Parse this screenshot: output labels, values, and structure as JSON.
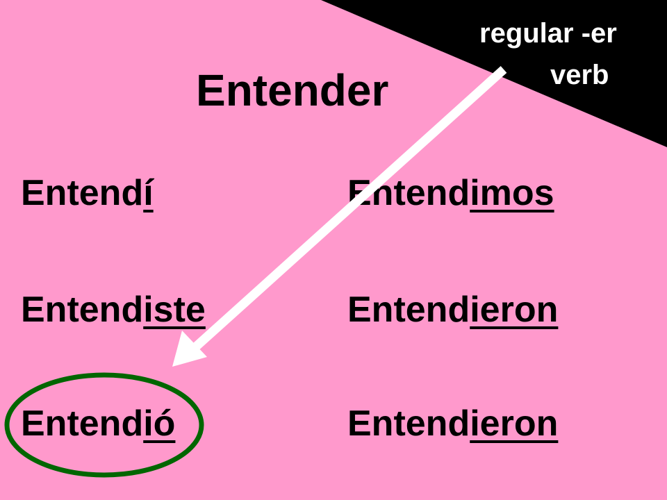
{
  "colors": {
    "background": "#ff99cc",
    "corner": "#000000",
    "arrow": "#ffffff",
    "highlight_oval": "#006600",
    "text": "#000000",
    "corner_text": "#ffffff"
  },
  "corner_label": {
    "line1": "regular -er",
    "line2": "verb"
  },
  "title": "Entender",
  "conjugations": [
    {
      "stem": "Entend",
      "ending": "í"
    },
    {
      "stem": "Entend",
      "ending": "iste"
    },
    {
      "stem": "Entend",
      "ending": "ió"
    },
    {
      "stem": "Entend",
      "ending": "imos"
    },
    {
      "stem": "Entend",
      "ending": "ieron"
    },
    {
      "stem": "Entend",
      "ending": "ieron"
    }
  ],
  "icons": {
    "arrow": "arrow-down-left-icon",
    "oval": "highlight-oval"
  }
}
